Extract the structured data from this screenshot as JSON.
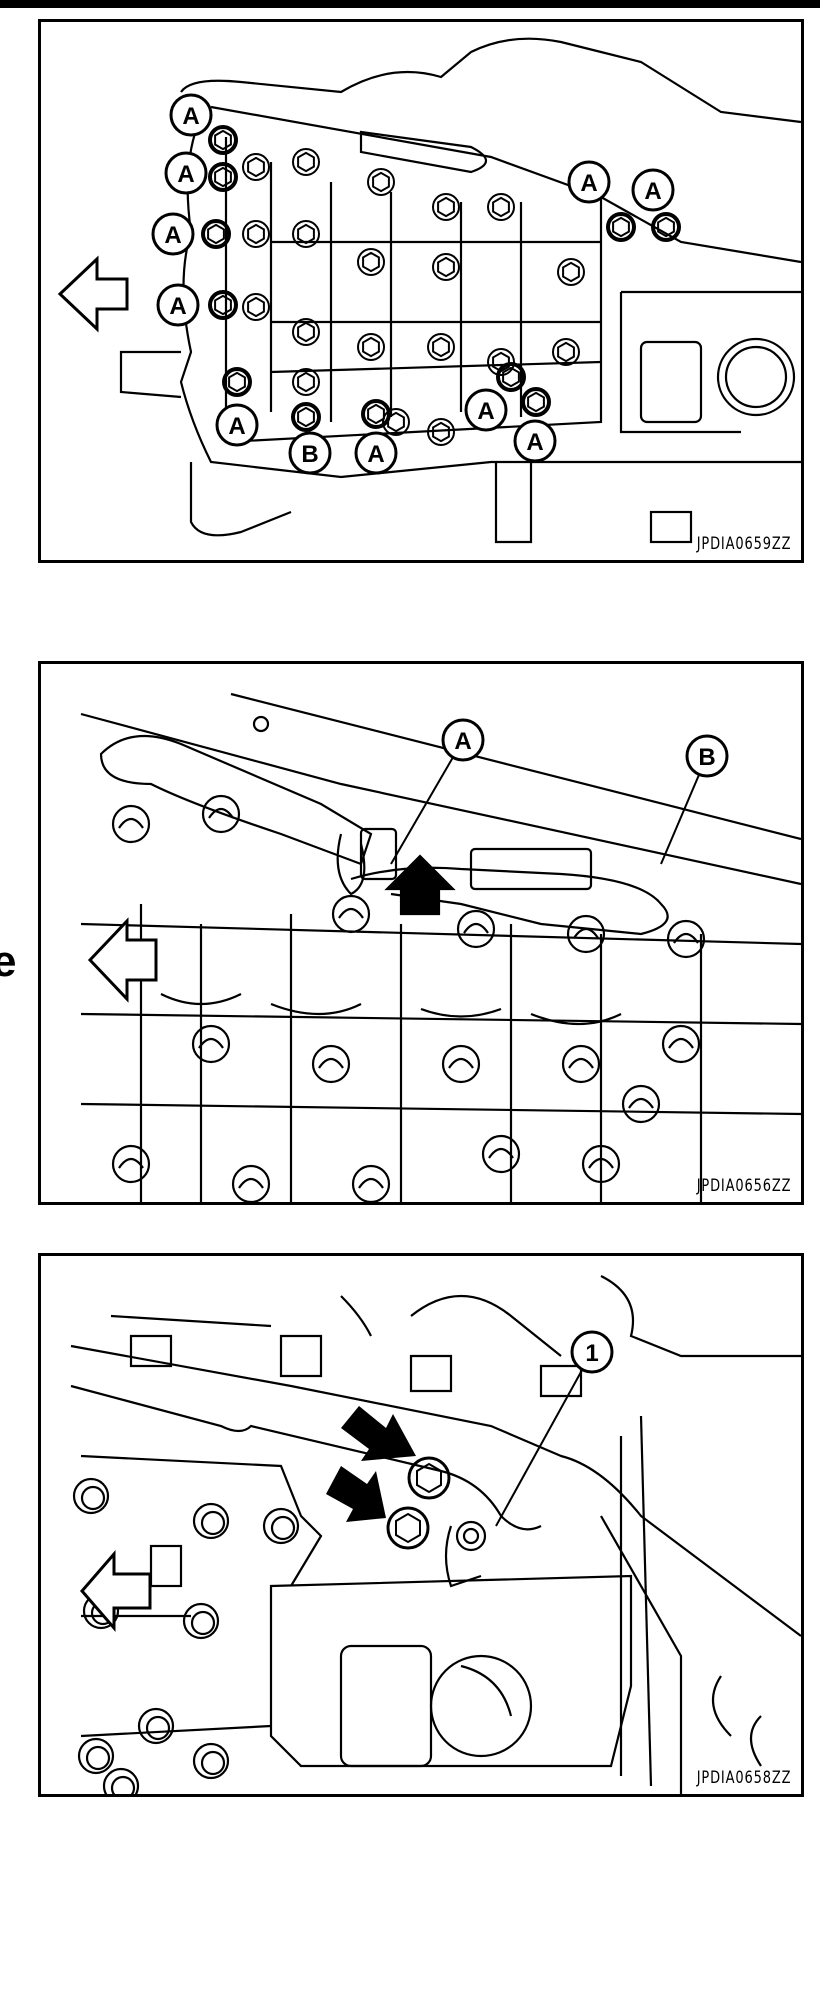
{
  "page": {
    "cut_off_text": "e"
  },
  "figures": [
    {
      "code": "JPDIA0659ZZ",
      "callouts": [
        "A",
        "A",
        "A",
        "A",
        "A",
        "B",
        "A",
        "A",
        "A",
        "A",
        "A"
      ],
      "icons": [
        "front-direction-arrow-icon"
      ]
    },
    {
      "code": "JPDIA0656ZZ",
      "callouts": [
        "A",
        "B"
      ],
      "icons": [
        "front-direction-arrow-icon",
        "pointer-arrow-icon"
      ]
    },
    {
      "code": "JPDIA0658ZZ",
      "callouts": [
        "1"
      ],
      "icons": [
        "front-direction-arrow-icon",
        "pointer-arrow-icon",
        "pointer-arrow-icon"
      ]
    }
  ]
}
